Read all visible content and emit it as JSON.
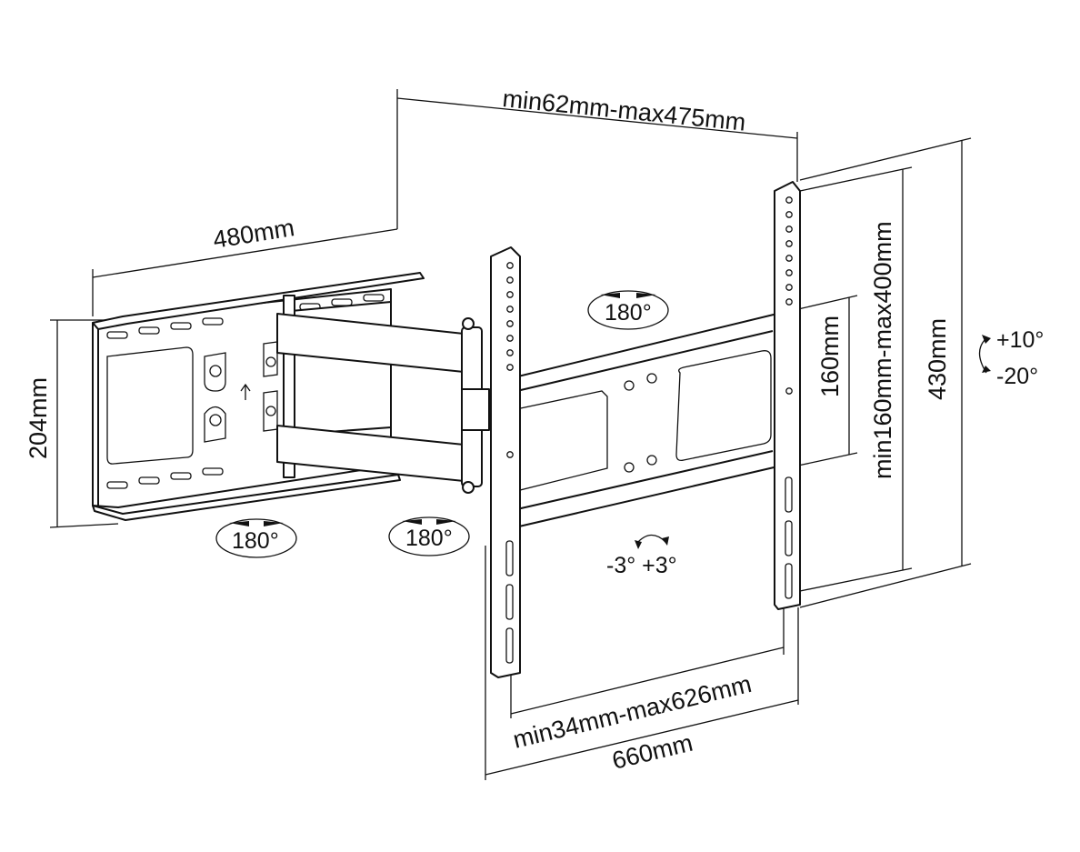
{
  "dimensions": {
    "top_span": "min62mm-max475mm",
    "arm_length": "480mm",
    "wall_plate_height": "204mm",
    "inner_hole_spacing": "160mm",
    "vertical_span": "min160mm-max400mm",
    "total_height": "430mm",
    "horizontal_span": "min34mm-max626mm",
    "total_width": "660mm"
  },
  "rotations": {
    "center_swivel": "180°",
    "wall_swivel": "180°",
    "arm_swivel": "180°",
    "level_adjust": "-3° +3°",
    "tilt_up": "+10°",
    "tilt_down": "-20°"
  }
}
